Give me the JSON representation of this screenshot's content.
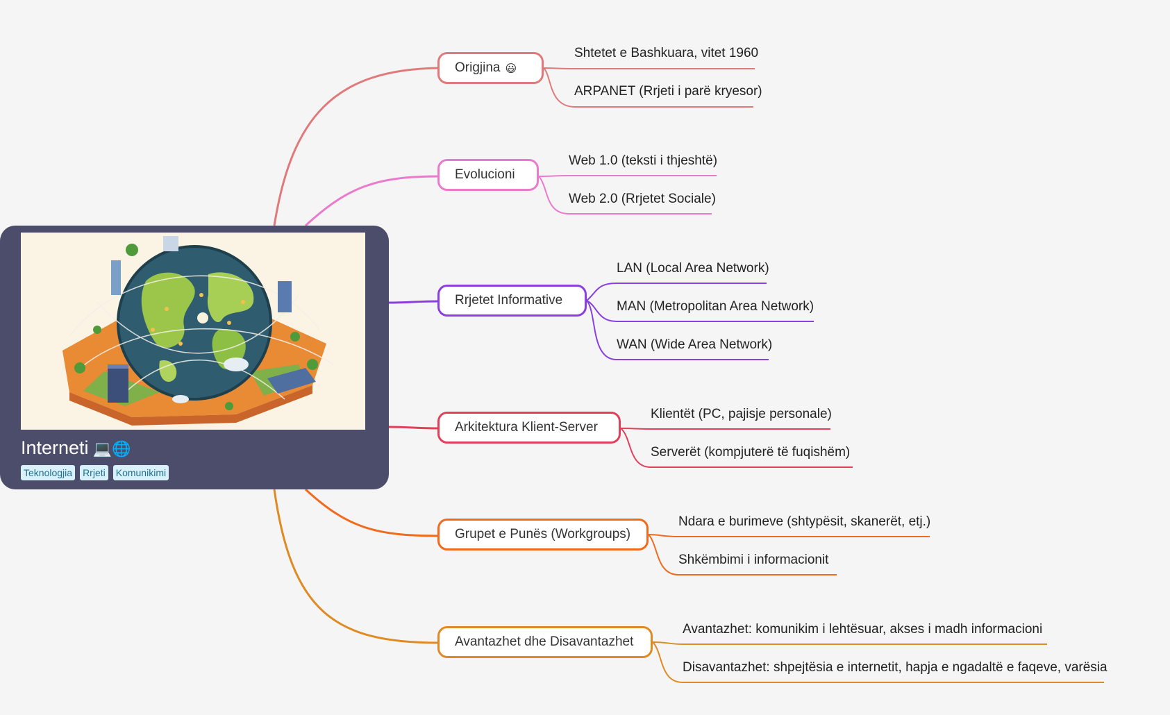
{
  "root": {
    "title": "Interneti",
    "title_emoji": "💻🌐",
    "image_alt": "isometric-earth-network-illustration",
    "tags": [
      "Teknologjia",
      "Rrjeti",
      "Komunikimi"
    ],
    "card_color": "#4b4d6a"
  },
  "branches": [
    {
      "label": "Origjina",
      "emoji": "😃",
      "color": "#e07a7a",
      "leaves": [
        "Shtetet e Bashkuara, vitet 1960",
        "ARPANET (Rrjeti i parë kryesor)"
      ]
    },
    {
      "label": "Evolucioni",
      "emoji": "",
      "color": "#ea7bcc",
      "leaves": [
        "Web 1.0 (teksti i thjeshtë)",
        "Web 2.0 (Rrjetet Sociale)"
      ]
    },
    {
      "label": "Rrjetet Informative",
      "emoji": "",
      "color": "#8a3fe0",
      "leaves": [
        "LAN (Local Area Network)",
        "MAN (Metropolitan Area Network)",
        "WAN (Wide Area Network)"
      ]
    },
    {
      "label": "Arkitektura Klient-Server",
      "emoji": "",
      "color": "#e0405a",
      "leaves": [
        "Klientët (PC, pajisje personale)",
        "Serverët (kompjuterë të fuqishëm)"
      ]
    },
    {
      "label": "Grupet e Punës (Workgroups)",
      "emoji": "",
      "color": "#f26a1b",
      "leaves": [
        "Ndara e burimeve (shtypësit, skanerët, etj.)",
        "Shkëmbimi i informacionit"
      ]
    },
    {
      "label": "Avantazhet dhe Disavantazhet",
      "emoji": "",
      "color": "#e08a24",
      "leaves": [
        "Avantazhet: komunikim i lehtësuar, akses i madh informacioni",
        "Disavantazhet: shpejtësia e internetit, hapja e ngadaltë e faqeve, varësia"
      ]
    }
  ]
}
